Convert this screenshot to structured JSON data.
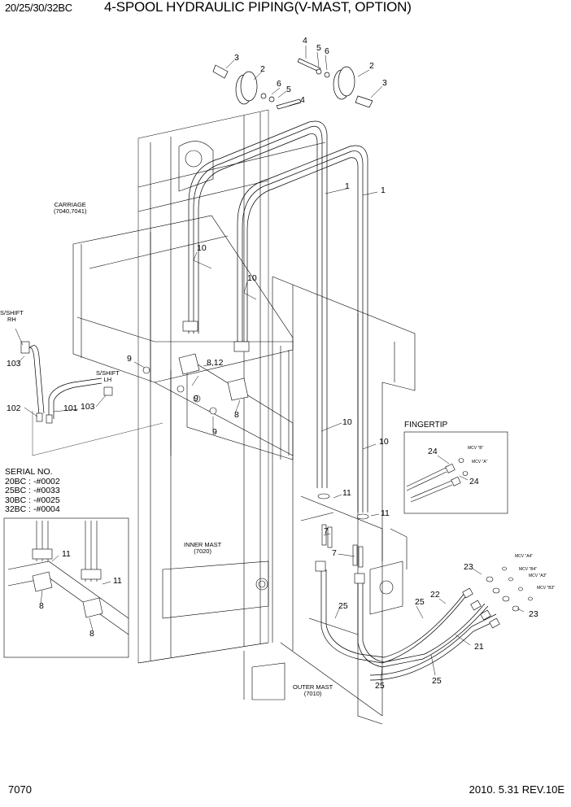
{
  "header": {
    "models": "20/25/30/32BC",
    "title": "4-SPOOL HYDRAULIC PIPING(V-MAST, OPTION)"
  },
  "labels": {
    "carriage_title": "CARRIAGE",
    "carriage_code": "(7040,7041)",
    "sshift_rh_1": "S/SHIFT",
    "sshift_rh_2": "RH",
    "sshift_lh_1": "S/SHIFT",
    "sshift_lh_2": "LH",
    "inner_mast_1": "INNER MAST",
    "inner_mast_2": "(7020)",
    "outer_mast_1": "OUTER MAST",
    "outer_mast_2": "(7010)",
    "fingertip": "FINGERTIP"
  },
  "mcv_ports": {
    "fingertip_b": "MCV \"B\"",
    "fingertip_a": "MCV \"A\"",
    "a4": "MCV \"A4\"",
    "b4": "MCV \"B4\"",
    "a3": "MCV \"A3\"",
    "b3": "MCV \"B3\""
  },
  "serial": {
    "heading": "SERIAL NO.",
    "lines": [
      "20BC : -#0002",
      "25BC : -#0033",
      "30BC : -#0025",
      "32BC : -#0004"
    ]
  },
  "part_numbers": {
    "p1": "1",
    "p2": "2",
    "p3": "3",
    "p4": "4",
    "p5": "5",
    "p6": "6",
    "p7": "7",
    "p8": "8",
    "p8_12": "8,12",
    "p9": "9",
    "p10": "10",
    "p11": "11",
    "p21": "21",
    "p22": "22",
    "p23": "23",
    "p24": "24",
    "p25": "25",
    "p101": "101",
    "p102": "102",
    "p103": "103"
  },
  "footer": {
    "page_no": "7070",
    "date_rev": "2010. 5.31  REV.10E"
  }
}
